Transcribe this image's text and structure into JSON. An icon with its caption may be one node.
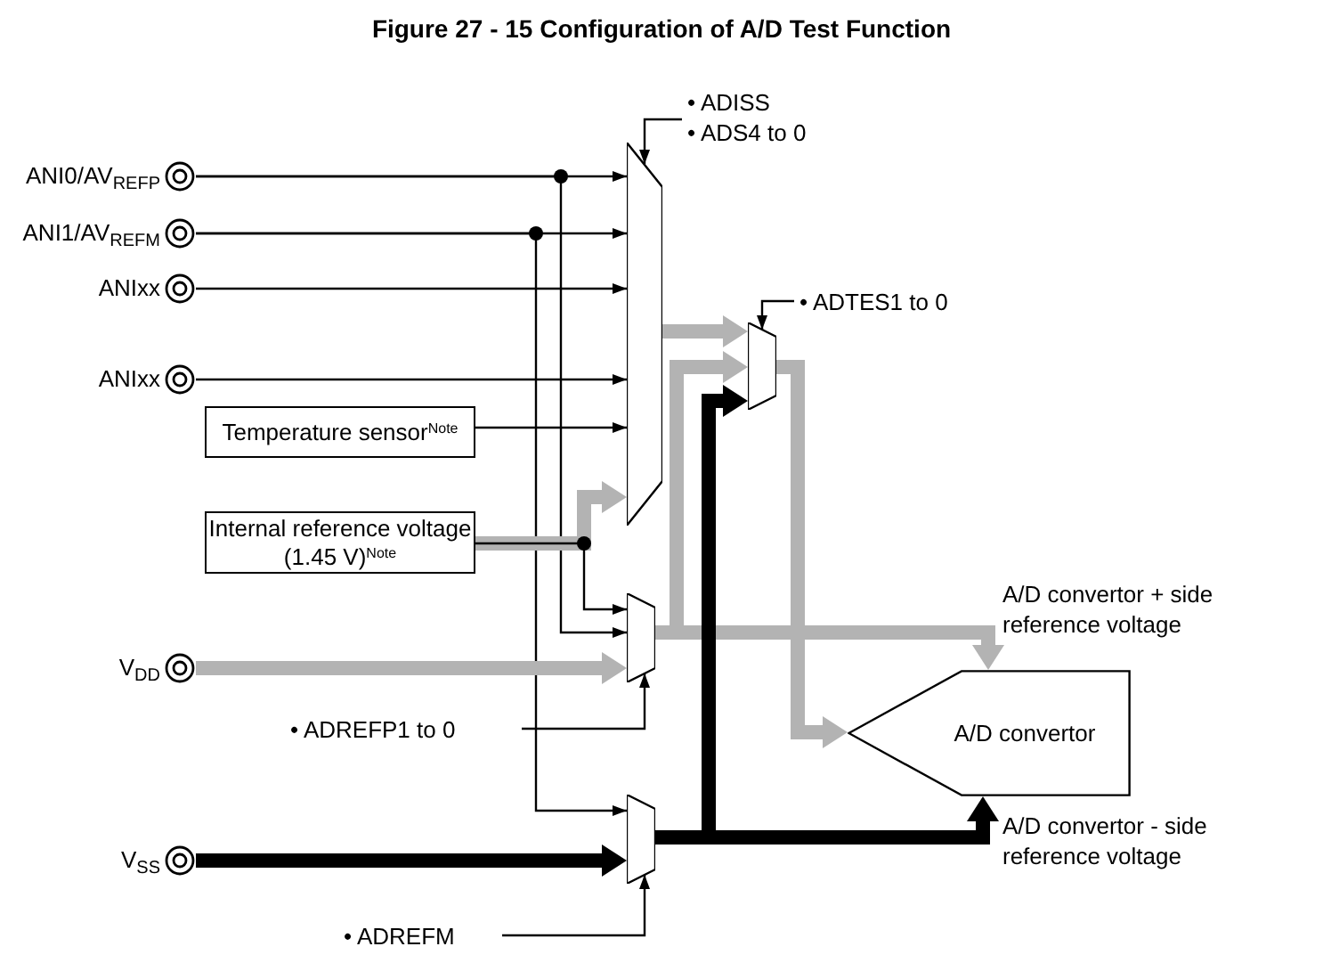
{
  "diagram": {
    "title": "Figure 27 - 15 Configuration of A/D Test Function",
    "nodes": [
      {
        "text": [
          "ANI0/AV$_{REFP}$"
        ]
      },
      {
        "text": [
          "ANI1/AV$_{REFM}$"
        ]
      },
      {
        "text": [
          "ANIxx"
        ]
      },
      {
        "text": [
          "ANIxx"
        ]
      },
      {
        "text": [
          "Temperature sensor$^{Note}$"
        ]
      },
      {
        "text": [
          "Internal reference voltage (1.45 V)$^{Note}$"
        ]
      },
      {
        "text": [
          "V$_{DD}$"
        ]
      },
      {
        "text": [
          "V$_{SS}$"
        ]
      },
      {
        "text": [
          "• ADREFP1 to 0"
        ]
      },
      {
        "text": [
          "• ADREFM"
        ]
      },
      {
        "text": [],
        "shape": "trapezoid"
      },
      {
        "text": [],
        "shape": "trapezoid"
      },
      {
        "text": [],
        "shape": "trapezoid"
      },
      {
        "text": [],
        "shape": "trapezoid"
      },
      {
        "text": [
          "A/D convertor"
        ]
      },
      {
        "text": [
          "• ADISS",
          "• ADS4 to 0"
        ]
      },
      {
        "text": [
          "• ADTES1 to 0"
        ]
      }
    ],
    "edges": [
      {
        "from": 0,
        "to": 10,
        "arrow": "to"
      },
      {
        "from": 0,
        "to": 11,
        "arrow": "to"
      },
      {
        "from": 1,
        "to": 10,
        "arrow": "to"
      },
      {
        "from": 1,
        "to": 12,
        "arrow": "to"
      },
      {
        "from": 2,
        "to": 10,
        "arrow": "to"
      },
      {
        "from": 3,
        "to": 10,
        "arrow": "to"
      },
      {
        "from": 4,
        "to": 10,
        "arrow": "to"
      },
      {
        "from": 5,
        "to": 10,
        "arrow": "to",
        "style": "thick",
        "color": "#b3b3b3"
      },
      {
        "from": 5,
        "to": 11,
        "arrow": "to"
      },
      {
        "from": 6,
        "to": 11,
        "arrow": "to",
        "style": "thick",
        "color": "#b3b3b3"
      },
      {
        "from": 8,
        "to": 11,
        "arrow": "to"
      },
      {
        "from": 7,
        "to": 12,
        "arrow": "to",
        "style": "thick"
      },
      {
        "from": 9,
        "to": 12,
        "arrow": "to"
      },
      {
        "from": 15,
        "to": 10,
        "arrow": "to"
      },
      {
        "from": 16,
        "to": 13,
        "arrow": "to"
      },
      {
        "from": 10,
        "to": 13,
        "arrow": "to",
        "style": "thick",
        "color": "#b3b3b3"
      },
      {
        "from": 11,
        "to": 13,
        "arrow": "to",
        "style": "thick",
        "color": "#b3b3b3"
      },
      {
        "from": 11,
        "to": 14,
        "arrow": "to",
        "style": "thick",
        "color": "#b3b3b3"
      },
      {
        "from": 12,
        "to": 13,
        "arrow": "to",
        "style": "thick"
      },
      {
        "from": 12,
        "to": 14,
        "arrow": "to",
        "style": "thick"
      },
      {
        "from": 13,
        "to": 14,
        "arrow": "to",
        "style": "thick",
        "color": "#b3b3b3"
      }
    ],
    "labels": [
      "A/D convertor + side reference voltage",
      "A/D convertor - side reference voltage"
    ]
  }
}
